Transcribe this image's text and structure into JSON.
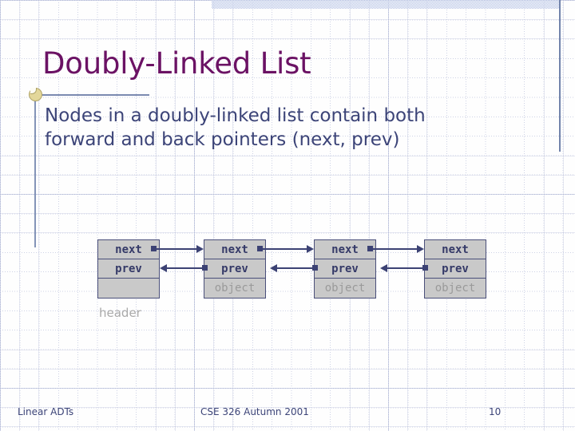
{
  "slide": {
    "title": "Doubly-Linked List",
    "body_lines": [
      "Nodes in a doubly-linked list contain both",
      "forward and back pointers (next, prev)"
    ],
    "header_label": "header",
    "accent_color": "#6b1264",
    "body_color": "#3c4478",
    "node_fill_color": "#c9c9c9",
    "node_border_color": "#4a4f7a",
    "pointer_color": "#3c4274"
  },
  "diagram": {
    "nodes": [
      {
        "id": "header-node",
        "cells": [
          {
            "label": "next",
            "kind": "pointer"
          },
          {
            "label": "prev",
            "kind": "pointer"
          },
          {
            "label": "",
            "kind": "empty"
          }
        ]
      },
      {
        "id": "node-1",
        "cells": [
          {
            "label": "next",
            "kind": "pointer"
          },
          {
            "label": "prev",
            "kind": "pointer"
          },
          {
            "label": "object",
            "kind": "data"
          }
        ]
      },
      {
        "id": "node-2",
        "cells": [
          {
            "label": "next",
            "kind": "pointer"
          },
          {
            "label": "prev",
            "kind": "pointer"
          },
          {
            "label": "object",
            "kind": "data"
          }
        ]
      },
      {
        "id": "node-3",
        "cells": [
          {
            "label": "next",
            "kind": "pointer"
          },
          {
            "label": "prev",
            "kind": "pointer"
          },
          {
            "label": "object",
            "kind": "data"
          }
        ]
      }
    ]
  },
  "footer": {
    "left": "Linear ADTs",
    "center": "CSE 326 Autumn 2001",
    "page_number": "10"
  }
}
